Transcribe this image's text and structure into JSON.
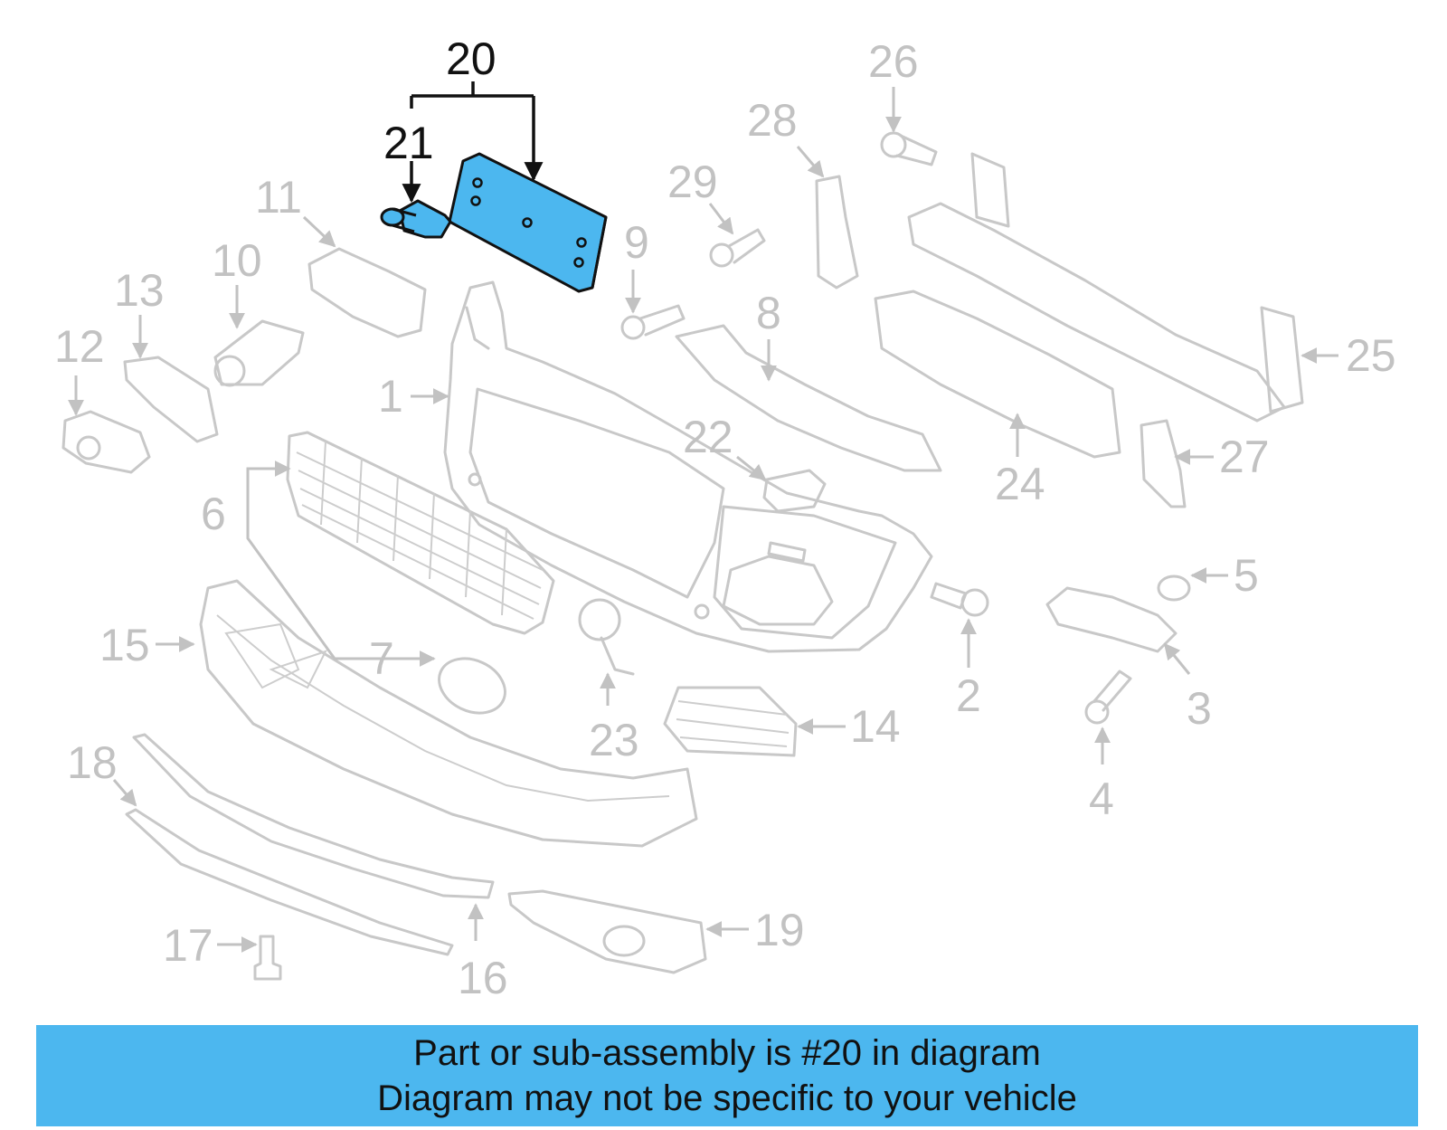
{
  "diagram": {
    "highlight_color": "#4cb7ef",
    "callouts": [
      "1",
      "2",
      "3",
      "4",
      "5",
      "6",
      "7",
      "8",
      "9",
      "10",
      "11",
      "12",
      "13",
      "14",
      "15",
      "16",
      "17",
      "18",
      "19",
      "20",
      "21",
      "22",
      "23",
      "24",
      "25",
      "26",
      "27",
      "28",
      "29"
    ],
    "highlighted_callouts": [
      "20",
      "21"
    ]
  },
  "banner": {
    "line1": "Part or sub-assembly is #20 in diagram",
    "line2": "Diagram may not be specific to your vehicle",
    "background": "#4cb7ef"
  }
}
